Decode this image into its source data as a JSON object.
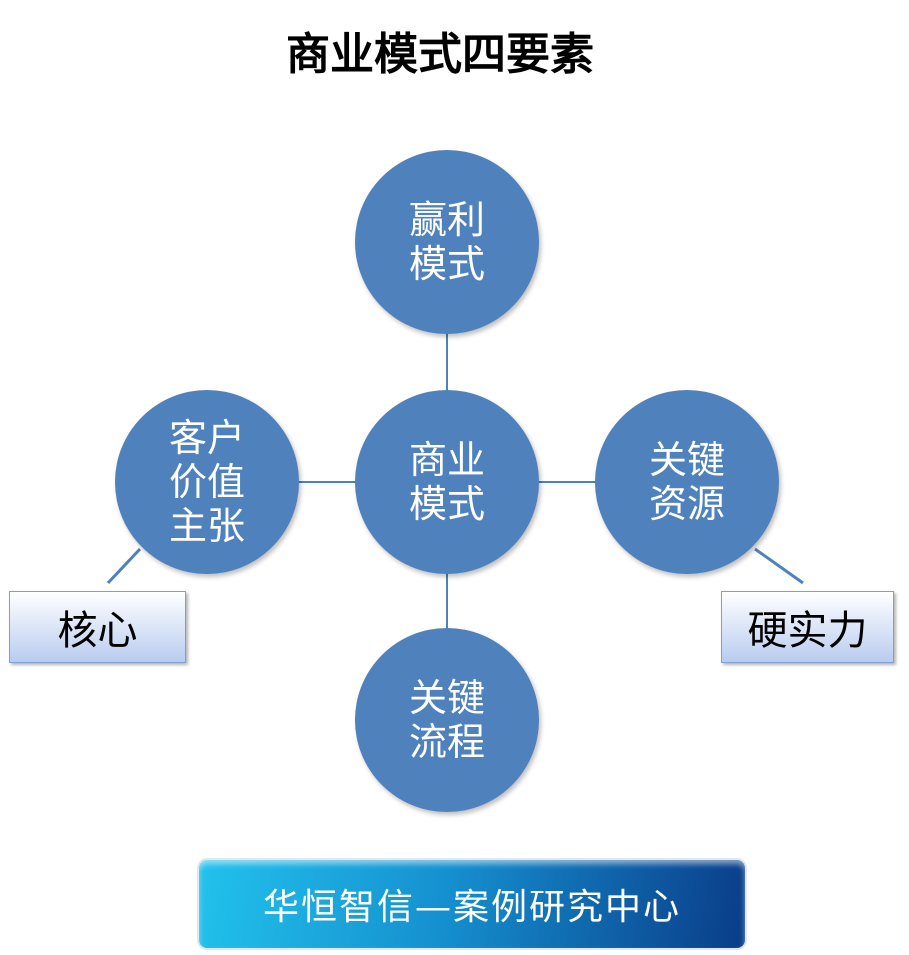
{
  "title": "商业模式四要素",
  "nodes": {
    "top": "赢利\n模式",
    "center": "商业\n模式",
    "left": "客户\n价值\n主张",
    "right": "关键\n资源",
    "bottom": "关键\n流程"
  },
  "labels": {
    "left": "核心",
    "right": "硬实力"
  },
  "banner": "华恒智信—案例研究中心",
  "colors": {
    "circle": "#4f81bd",
    "line": "#4f81bd"
  }
}
